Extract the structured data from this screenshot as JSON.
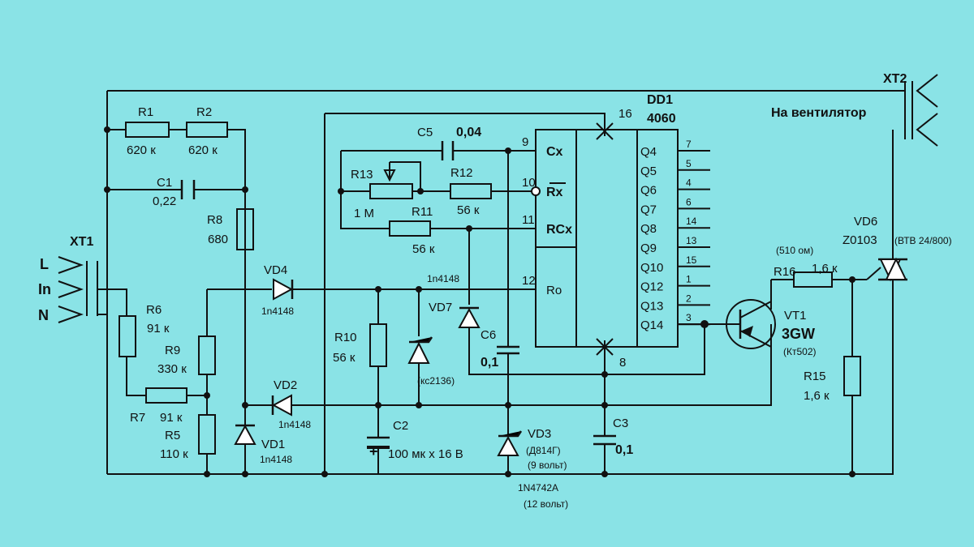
{
  "colors": {
    "background": "#8ae3e6",
    "wire": "#111111"
  },
  "connectors": {
    "xt1": {
      "ref": "XT1",
      "pins": [
        "L",
        "In",
        "N"
      ]
    },
    "xt2": {
      "ref": "XT2",
      "caption": "На вентилятор"
    }
  },
  "ic": {
    "ref": "DD1",
    "part": "4060",
    "pin16": "16",
    "pin8": "8",
    "left_pins": [
      {
        "num": "9",
        "name": "Cx"
      },
      {
        "num": "10",
        "name": "Rx"
      },
      {
        "num": "11",
        "name": "RCx"
      },
      {
        "num": "12",
        "name": "Ro"
      }
    ],
    "outputs": [
      {
        "name": "Q4",
        "num": "7"
      },
      {
        "name": "Q5",
        "num": "5"
      },
      {
        "name": "Q6",
        "num": "4"
      },
      {
        "name": "Q7",
        "num": "6"
      },
      {
        "name": "Q8",
        "num": "14"
      },
      {
        "name": "Q9",
        "num": "13"
      },
      {
        "name": "Q10",
        "num": "15"
      },
      {
        "name": "Q12",
        "num": "1"
      },
      {
        "name": "Q13",
        "num": "2"
      },
      {
        "name": "Q14",
        "num": "3"
      }
    ]
  },
  "resistors": {
    "r1": {
      "ref": "R1",
      "value": "620 к"
    },
    "r2": {
      "ref": "R2",
      "value": "620 к"
    },
    "r5": {
      "ref": "R5",
      "value": "110 к"
    },
    "r6": {
      "ref": "R6",
      "value": "91 к"
    },
    "r7": {
      "ref": "R7",
      "value": "91 к"
    },
    "r8": {
      "ref": "R8",
      "value": "680"
    },
    "r9": {
      "ref": "R9",
      "value": "330 к"
    },
    "r10": {
      "ref": "R10",
      "value": "56 к"
    },
    "r11": {
      "ref": "R11",
      "value": "56 к"
    },
    "r12": {
      "ref": "R12",
      "value": "56 к"
    },
    "r13": {
      "ref": "R13",
      "value": "1 М"
    },
    "r15": {
      "ref": "R15",
      "value": "1,6 к"
    },
    "r16": {
      "ref": "R16",
      "value": "1,6 к",
      "note": "(510 ом)"
    }
  },
  "capacitors": {
    "c1": {
      "ref": "C1",
      "value": "0,22"
    },
    "c2": {
      "ref": "C2",
      "value": "100 мк х 16 В"
    },
    "c3": {
      "ref": "C3",
      "value": "0,1"
    },
    "c5": {
      "ref": "C5",
      "value": "0,04"
    },
    "c6": {
      "ref": "C6",
      "value": "0,1"
    }
  },
  "diodes": {
    "vd1": {
      "ref": "VD1",
      "part": "1n4148"
    },
    "vd2": {
      "ref": "VD2",
      "part": "1n4148"
    },
    "vd3": {
      "ref": "VD3",
      "part": "(Д814Г)",
      "note": "(9 вольт)",
      "alt": "1N4742A",
      "alt_note": "(12 вольт)"
    },
    "vd4": {
      "ref": "VD4",
      "part": "1n4148"
    },
    "vd5": {
      "part": "(кс2136)"
    },
    "vd7": {
      "ref": "VD7",
      "part": "1n4148"
    }
  },
  "transistor": {
    "ref": "VT1",
    "part": "3GW",
    "note": "(Кт502)"
  },
  "triac": {
    "ref": "VD6",
    "part": "Z0103",
    "note": "(ВТВ 24/800)"
  }
}
